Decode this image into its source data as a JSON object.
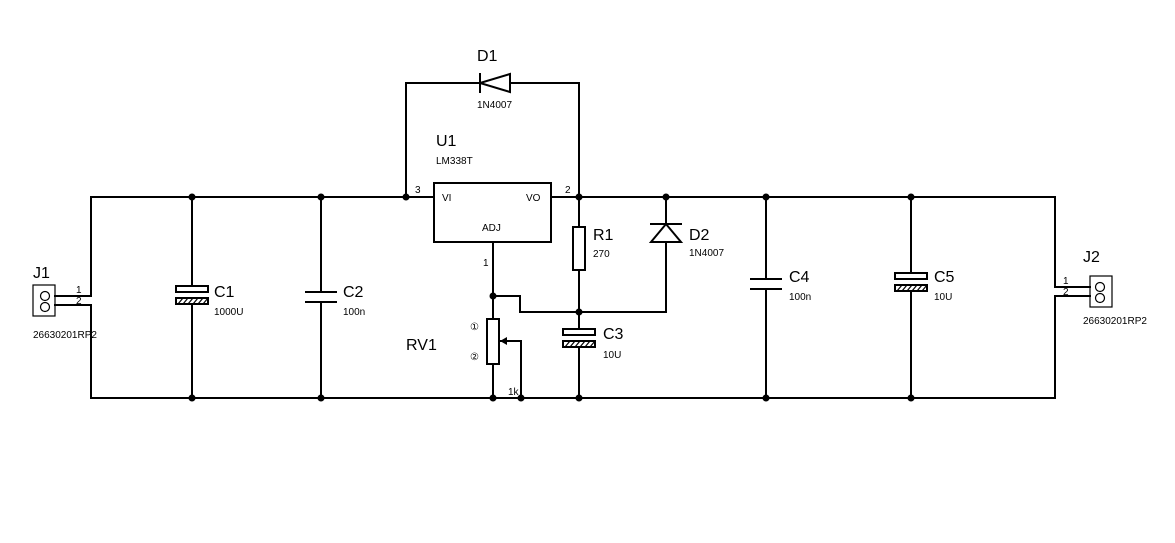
{
  "components": {
    "J1": {
      "ref": "J1",
      "value": "26630201RP2",
      "pin1": "1",
      "pin2": "2"
    },
    "J2": {
      "ref": "J2",
      "value": "26630201RP2",
      "pin1": "1",
      "pin2": "2"
    },
    "C1": {
      "ref": "C1",
      "value": "1000U"
    },
    "C2": {
      "ref": "C2",
      "value": "100n"
    },
    "C3": {
      "ref": "C3",
      "value": "10U"
    },
    "C4": {
      "ref": "C4",
      "value": "100n"
    },
    "C5": {
      "ref": "C5",
      "value": "10U"
    },
    "D1": {
      "ref": "D1",
      "value": "1N4007"
    },
    "D2": {
      "ref": "D2",
      "value": "1N4007"
    },
    "R1": {
      "ref": "R1",
      "value": "270"
    },
    "RV1": {
      "ref": "RV1",
      "value": "1k",
      "pin_a": "①",
      "pin_b": "②"
    },
    "U1": {
      "ref": "U1",
      "value": "LM338T",
      "vi": "VI",
      "vo": "VO",
      "adj": "ADJ",
      "pin_vi": "3",
      "pin_vo": "2",
      "pin_adj": "1"
    }
  }
}
